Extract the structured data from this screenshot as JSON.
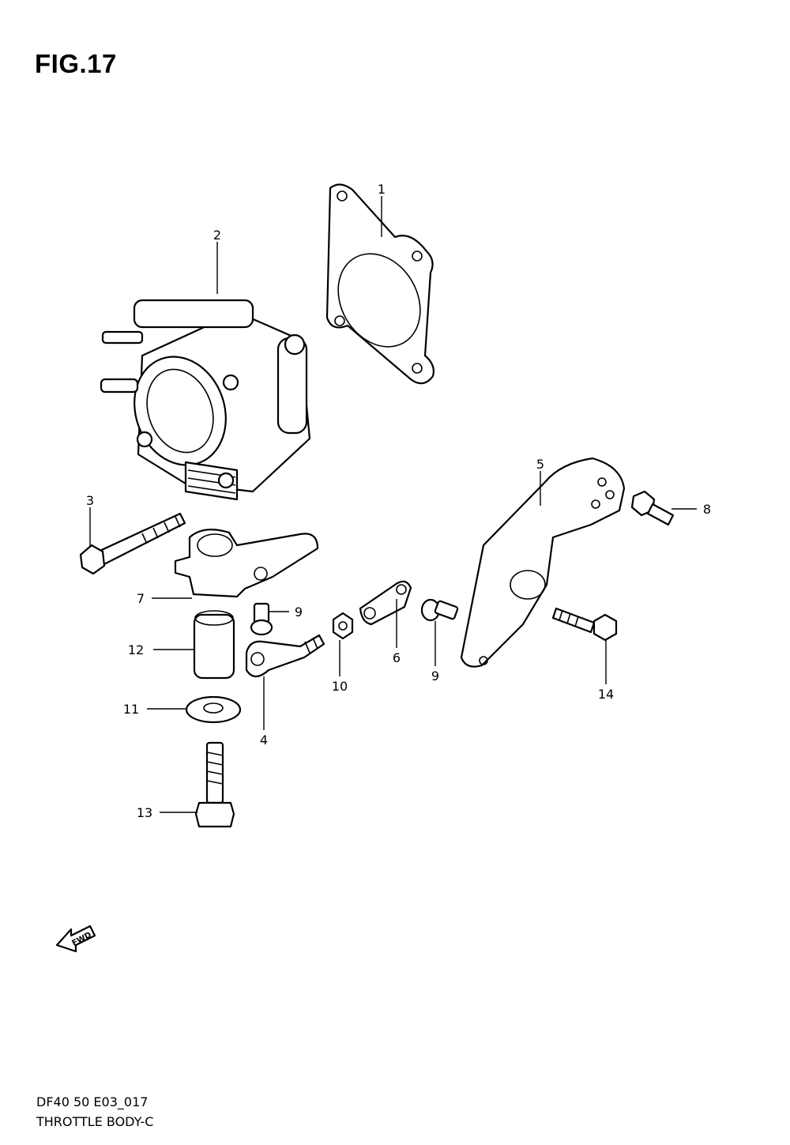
{
  "figure": {
    "title": "FIG.17",
    "diagram_code": "DF40 50 E03_017",
    "diagram_name": "THROTTLE BODY-C",
    "fwd_label": "FWD"
  },
  "callouts": [
    {
      "id": "callout-1",
      "label": "1"
    },
    {
      "id": "callout-2",
      "label": "2"
    },
    {
      "id": "callout-3",
      "label": "3"
    },
    {
      "id": "callout-4",
      "label": "4"
    },
    {
      "id": "callout-5",
      "label": "5"
    },
    {
      "id": "callout-6",
      "label": "6"
    },
    {
      "id": "callout-7",
      "label": "7"
    },
    {
      "id": "callout-8",
      "label": "8"
    },
    {
      "id": "callout-9a",
      "label": "9"
    },
    {
      "id": "callout-9b",
      "label": "9"
    },
    {
      "id": "callout-10",
      "label": "10"
    },
    {
      "id": "callout-11",
      "label": "11"
    },
    {
      "id": "callout-12",
      "label": "12"
    },
    {
      "id": "callout-13",
      "label": "13"
    },
    {
      "id": "callout-14",
      "label": "14"
    }
  ]
}
